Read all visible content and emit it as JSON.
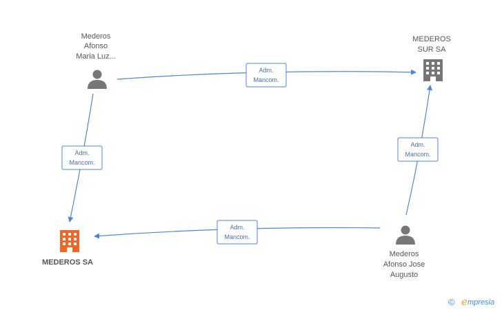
{
  "nodes": {
    "person_top": {
      "lines": [
        "Mederos",
        "Afonso",
        "Maria Luz..."
      ],
      "icon": "person-icon"
    },
    "company_top": {
      "lines": [
        "MEDEROS",
        "SUR SA"
      ],
      "icon": "building-icon"
    },
    "company_main": {
      "label": "MEDEROS SA",
      "icon": "building-icon",
      "color": "#f26522"
    },
    "person_bottom": {
      "lines": [
        "Mederos",
        "Afonso Jose",
        "Augusto"
      ],
      "icon": "person-icon"
    }
  },
  "edges": [
    {
      "from": "person_top",
      "to": "company_top",
      "line1": "Adm.",
      "line2": "Mancom."
    },
    {
      "from": "person_top",
      "to": "company_main",
      "line1": "Adm.",
      "line2": "Mancom."
    },
    {
      "from": "person_bottom",
      "to": "company_top",
      "line1": "Adm.",
      "line2": "Mancom."
    },
    {
      "from": "person_bottom",
      "to": "company_main",
      "line1": "Adm.",
      "line2": "Mancom."
    }
  ],
  "colors": {
    "edge": "#4a86d4",
    "node_icon": "#777777",
    "main_company": "#f26522"
  },
  "watermark": {
    "symbol": "©",
    "brand_initial": "e",
    "brand_rest": "mpresia"
  }
}
